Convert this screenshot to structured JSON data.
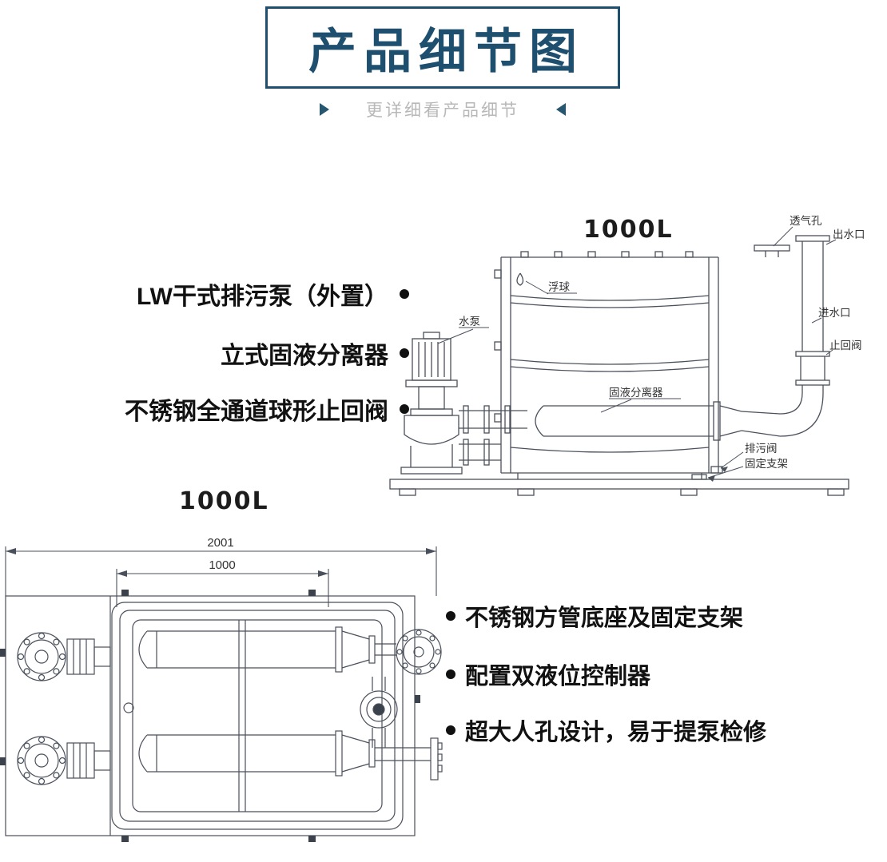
{
  "header": {
    "title": "产品细节图",
    "subtitle": "更详细看产品细节"
  },
  "top_diagram": {
    "capacity_label": "1000L",
    "part_labels": {
      "vent": "透气孔",
      "outlet": "出水口",
      "inlet": "进水口",
      "check_valve": "止回阀",
      "float": "浮球",
      "pump": "水泵",
      "separator": "固液分离器",
      "drain_valve": "排污阀",
      "bracket": "固定支架"
    }
  },
  "bottom_diagram": {
    "capacity_label": "1000L",
    "dimensions": {
      "overall_width": "2001",
      "inner_width": "1000"
    }
  },
  "features_left": [
    {
      "label": "LW干式排污泵（外置）"
    },
    {
      "label": "立式固液分离器"
    },
    {
      "label": "不锈钢全通道球形止回阀"
    }
  ],
  "features_right": [
    {
      "label": "不锈钢方管底座及固定支架"
    },
    {
      "label": "配置双液位控制器"
    },
    {
      "label": "超大人孔设计，易于提泵检修"
    }
  ],
  "colors": {
    "accent": "#1e4f6e",
    "subtitle_gray": "#b8b8b8",
    "drawing_line": "#4a505b",
    "text": "#111111"
  }
}
